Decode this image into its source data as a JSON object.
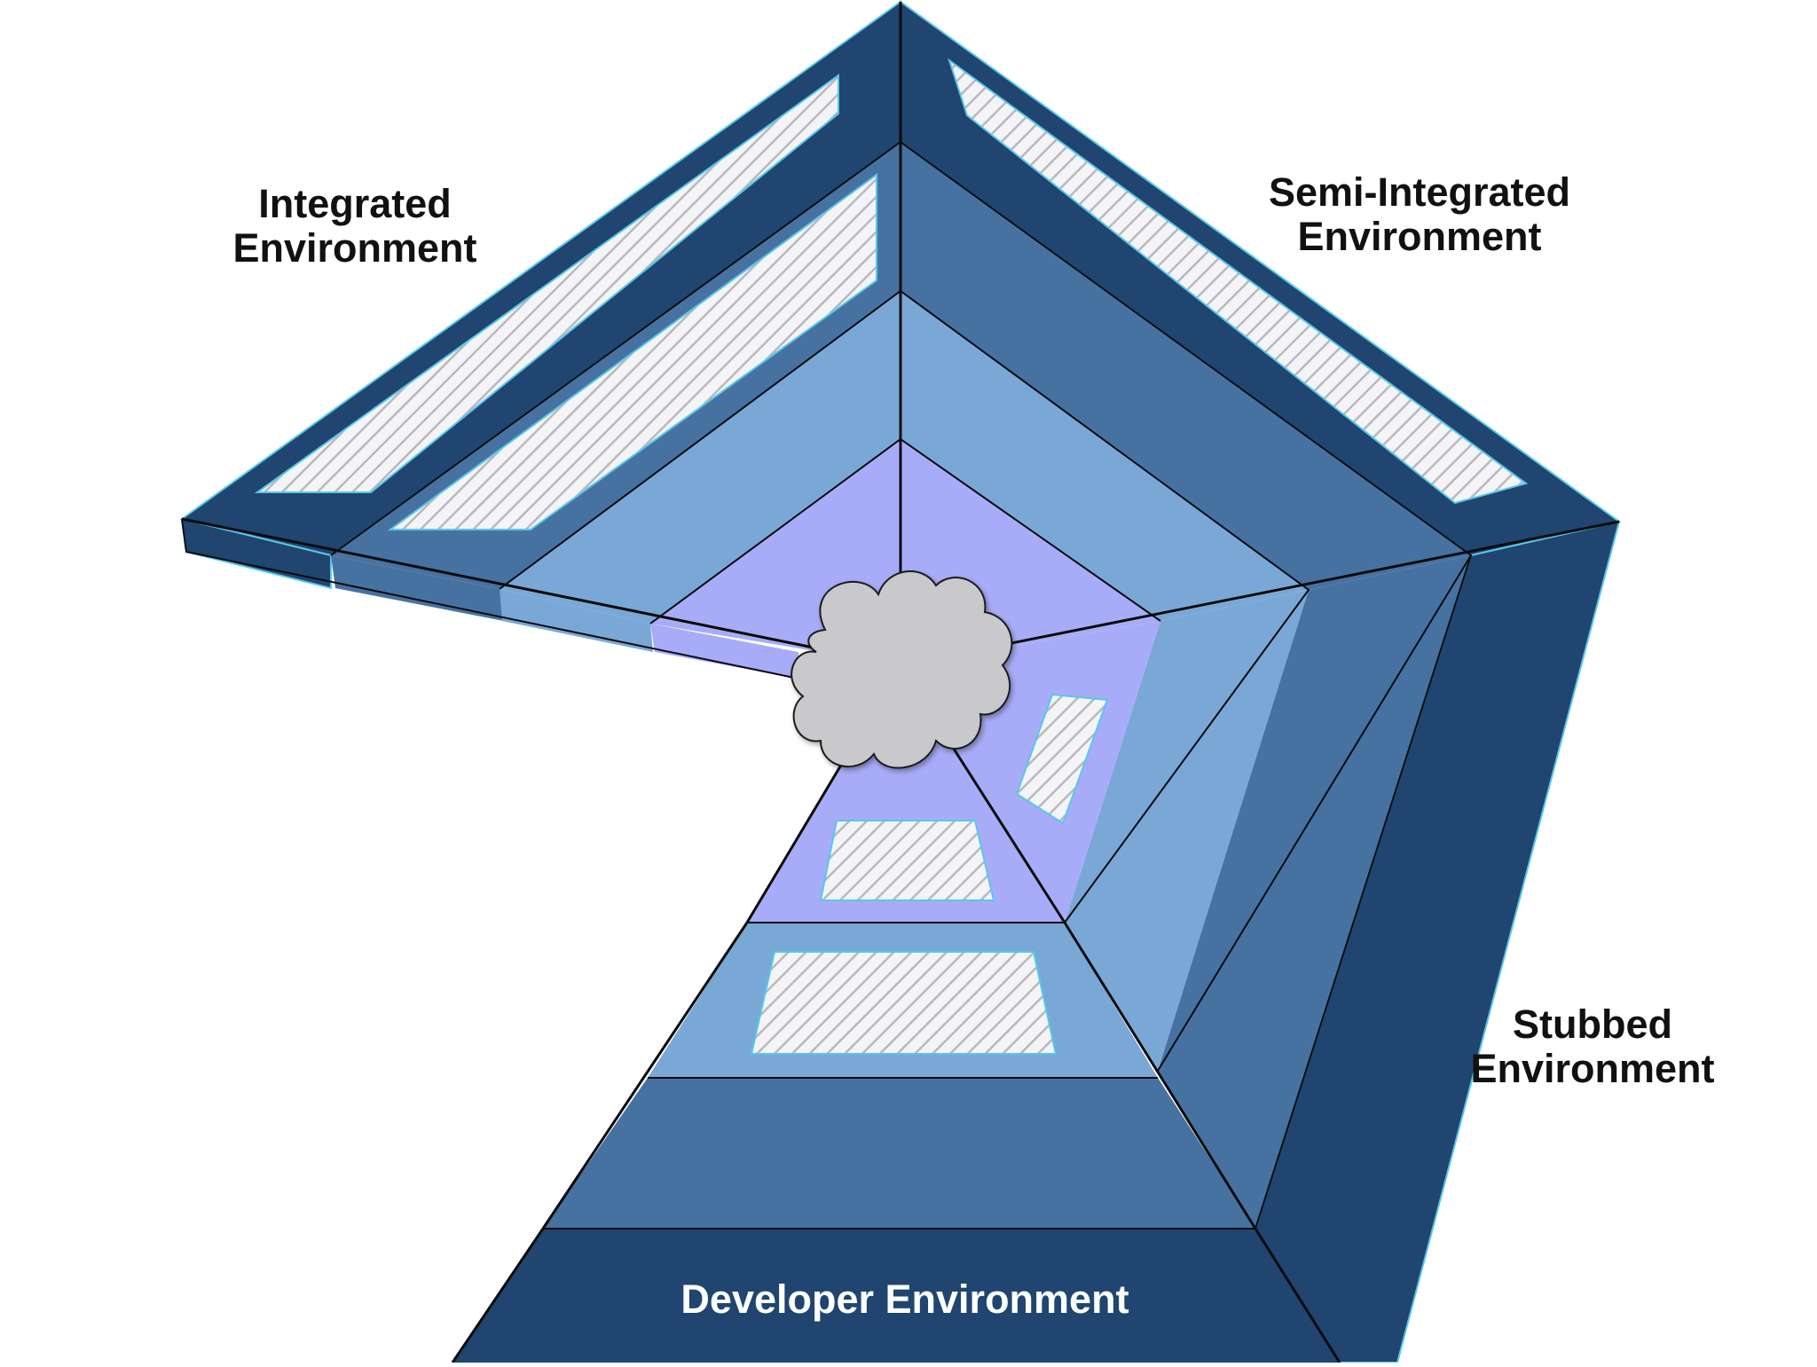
{
  "diagram": {
    "labels": {
      "integrated": [
        "Integrated",
        "Environment"
      ],
      "semi_integrated": [
        "Semi-Integrated",
        "Environment"
      ],
      "stubbed": [
        "Stubbed",
        "Environment"
      ],
      "developer": "Developer Environment"
    },
    "layers": [
      {
        "name": "outer-band",
        "color": "#1f4570"
      },
      {
        "name": "second-band",
        "color": "#4672a2"
      },
      {
        "name": "third-band",
        "color": "#7aa8d6"
      },
      {
        "name": "core",
        "color": "#a8acf8"
      }
    ],
    "cloud_color": "#c9c9cb",
    "hatch_color": "#b9b9bd",
    "edge_color": "#56c8e8",
    "line_color": "#0b0b0b"
  }
}
